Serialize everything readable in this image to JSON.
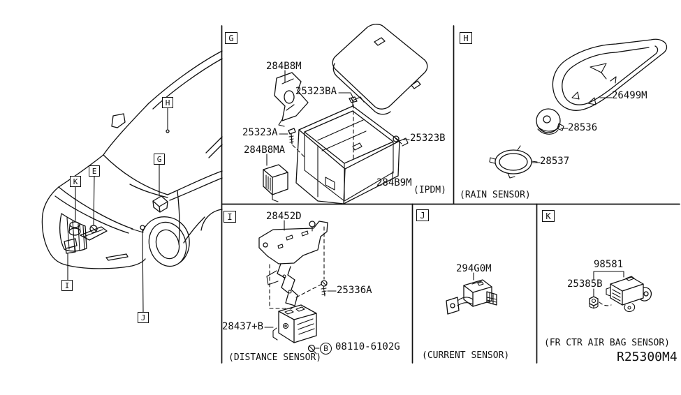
{
  "diagram": {
    "ref_code": "R25300M4",
    "colors": {
      "line": "#111111",
      "background": "#ffffff"
    }
  },
  "car_view": {
    "callouts": [
      {
        "letter": "H"
      },
      {
        "letter": "G"
      },
      {
        "letter": "E"
      },
      {
        "letter": "K"
      },
      {
        "letter": "I"
      },
      {
        "letter": "J"
      }
    ]
  },
  "sections": {
    "g": {
      "letter": "G",
      "caption": "(IPDM)",
      "parts": {
        "bracket": "284B8M",
        "clip": "25323BA",
        "bolt_a": "25323A",
        "module": "284B8MA",
        "bolt_b": "25323B",
        "housing": "284B9M"
      }
    },
    "h": {
      "letter": "H",
      "caption": "(RAIN SENSOR)",
      "parts": {
        "cover": "26499M",
        "sensor": "28536",
        "ring": "28537"
      }
    },
    "i": {
      "letter": "I",
      "caption": "(DISTANCE SENSOR)",
      "parts": {
        "bracket": "28452D",
        "screw": "25336A",
        "sensor": "28437+B",
        "bolt_symbol": "B",
        "bolt_label": "08110-6102G"
      }
    },
    "j": {
      "letter": "J",
      "caption": "(CURRENT SENSOR)",
      "parts": {
        "sensor": "294G0M"
      }
    },
    "k": {
      "letter": "K",
      "caption": "(FR CTR AIR BAG SENSOR)",
      "parts": {
        "sensor": "98581",
        "nut": "25385B"
      }
    }
  }
}
